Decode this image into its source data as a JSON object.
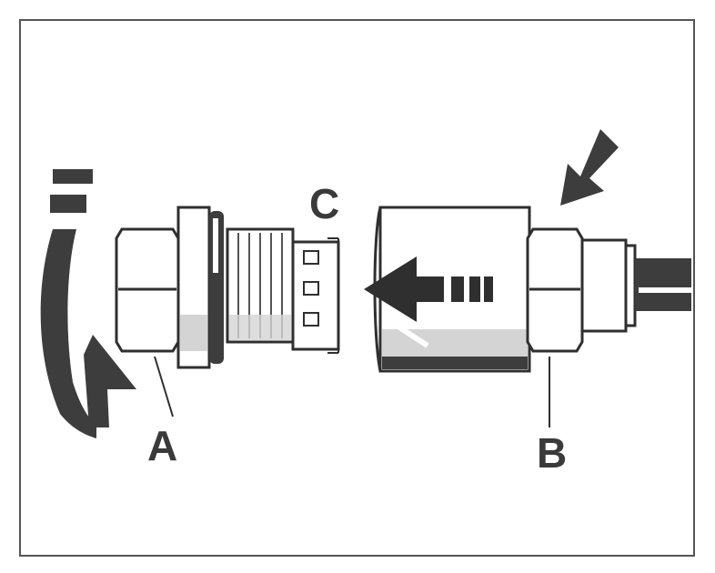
{
  "diagram": {
    "labels": {
      "a": "A",
      "b": "B",
      "c": "C"
    },
    "colors": {
      "ink": "#2f2f2f",
      "dark": "#3d3d3d",
      "mid": "#a9a9a9",
      "light": "#d4d4d4",
      "frame": "#555555",
      "background": "#ffffff"
    },
    "icons": [
      "curved-rotation-arrow-icon",
      "insertion-arrow-icon",
      "push-arrow-icon"
    ]
  }
}
